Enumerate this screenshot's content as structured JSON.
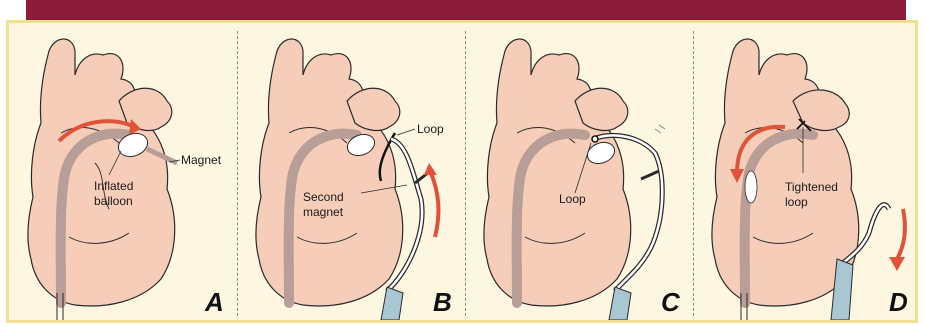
{
  "colors": {
    "banner": "#8c1c3a",
    "frame_border": "#f2df94",
    "frame_bg": "#fdf7e1",
    "heart_fill": "#f6cdb8",
    "heart_stroke": "#2a2a2a",
    "vessel": "#b89e96",
    "arrow": "#e0533a",
    "catheter": "#a9c6d3",
    "balloon": "#ffffff"
  },
  "panels": [
    {
      "letter": "A",
      "labels": [
        "Magnet",
        "Inflated",
        "balloon"
      ]
    },
    {
      "letter": "B",
      "labels": [
        "Loop",
        "Second",
        "magnet"
      ]
    },
    {
      "letter": "C",
      "labels": [
        "Loop"
      ]
    },
    {
      "letter": "D",
      "labels": [
        "Tightened",
        "loop"
      ]
    }
  ]
}
